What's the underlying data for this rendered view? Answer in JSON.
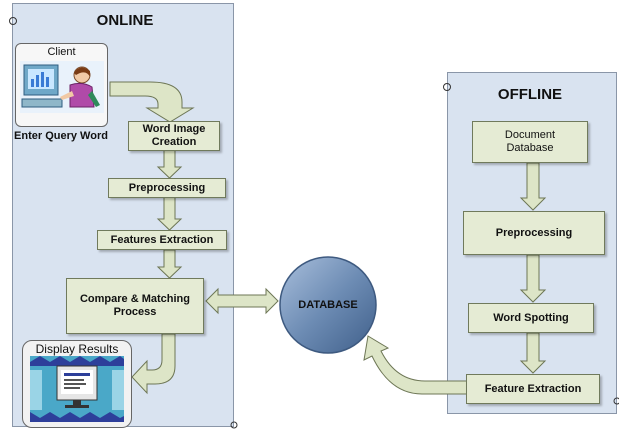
{
  "online": {
    "title": "ONLINE",
    "client_label": "Client",
    "enter_query": "Enter Query Word",
    "steps": {
      "word_image": "Word Image Creation",
      "preprocessing": "Preprocessing",
      "features_extraction": "Features Extraction",
      "compare": "Compare & Matching Process"
    },
    "display_results": "Display Results"
  },
  "database": {
    "label": "DATABASE"
  },
  "offline": {
    "title": "OFFLINE",
    "steps": {
      "document_db": "Document Database",
      "preprocessing": "Preprocessing",
      "word_spotting": "Word Spotting",
      "feature_extraction": "Feature Extraction"
    }
  },
  "colors": {
    "panel_bg": "#d9e3f0",
    "box_bg": "#e5ebd4",
    "arrow_fill": "#dde5c7",
    "db_fill": "#5f7fa8"
  }
}
